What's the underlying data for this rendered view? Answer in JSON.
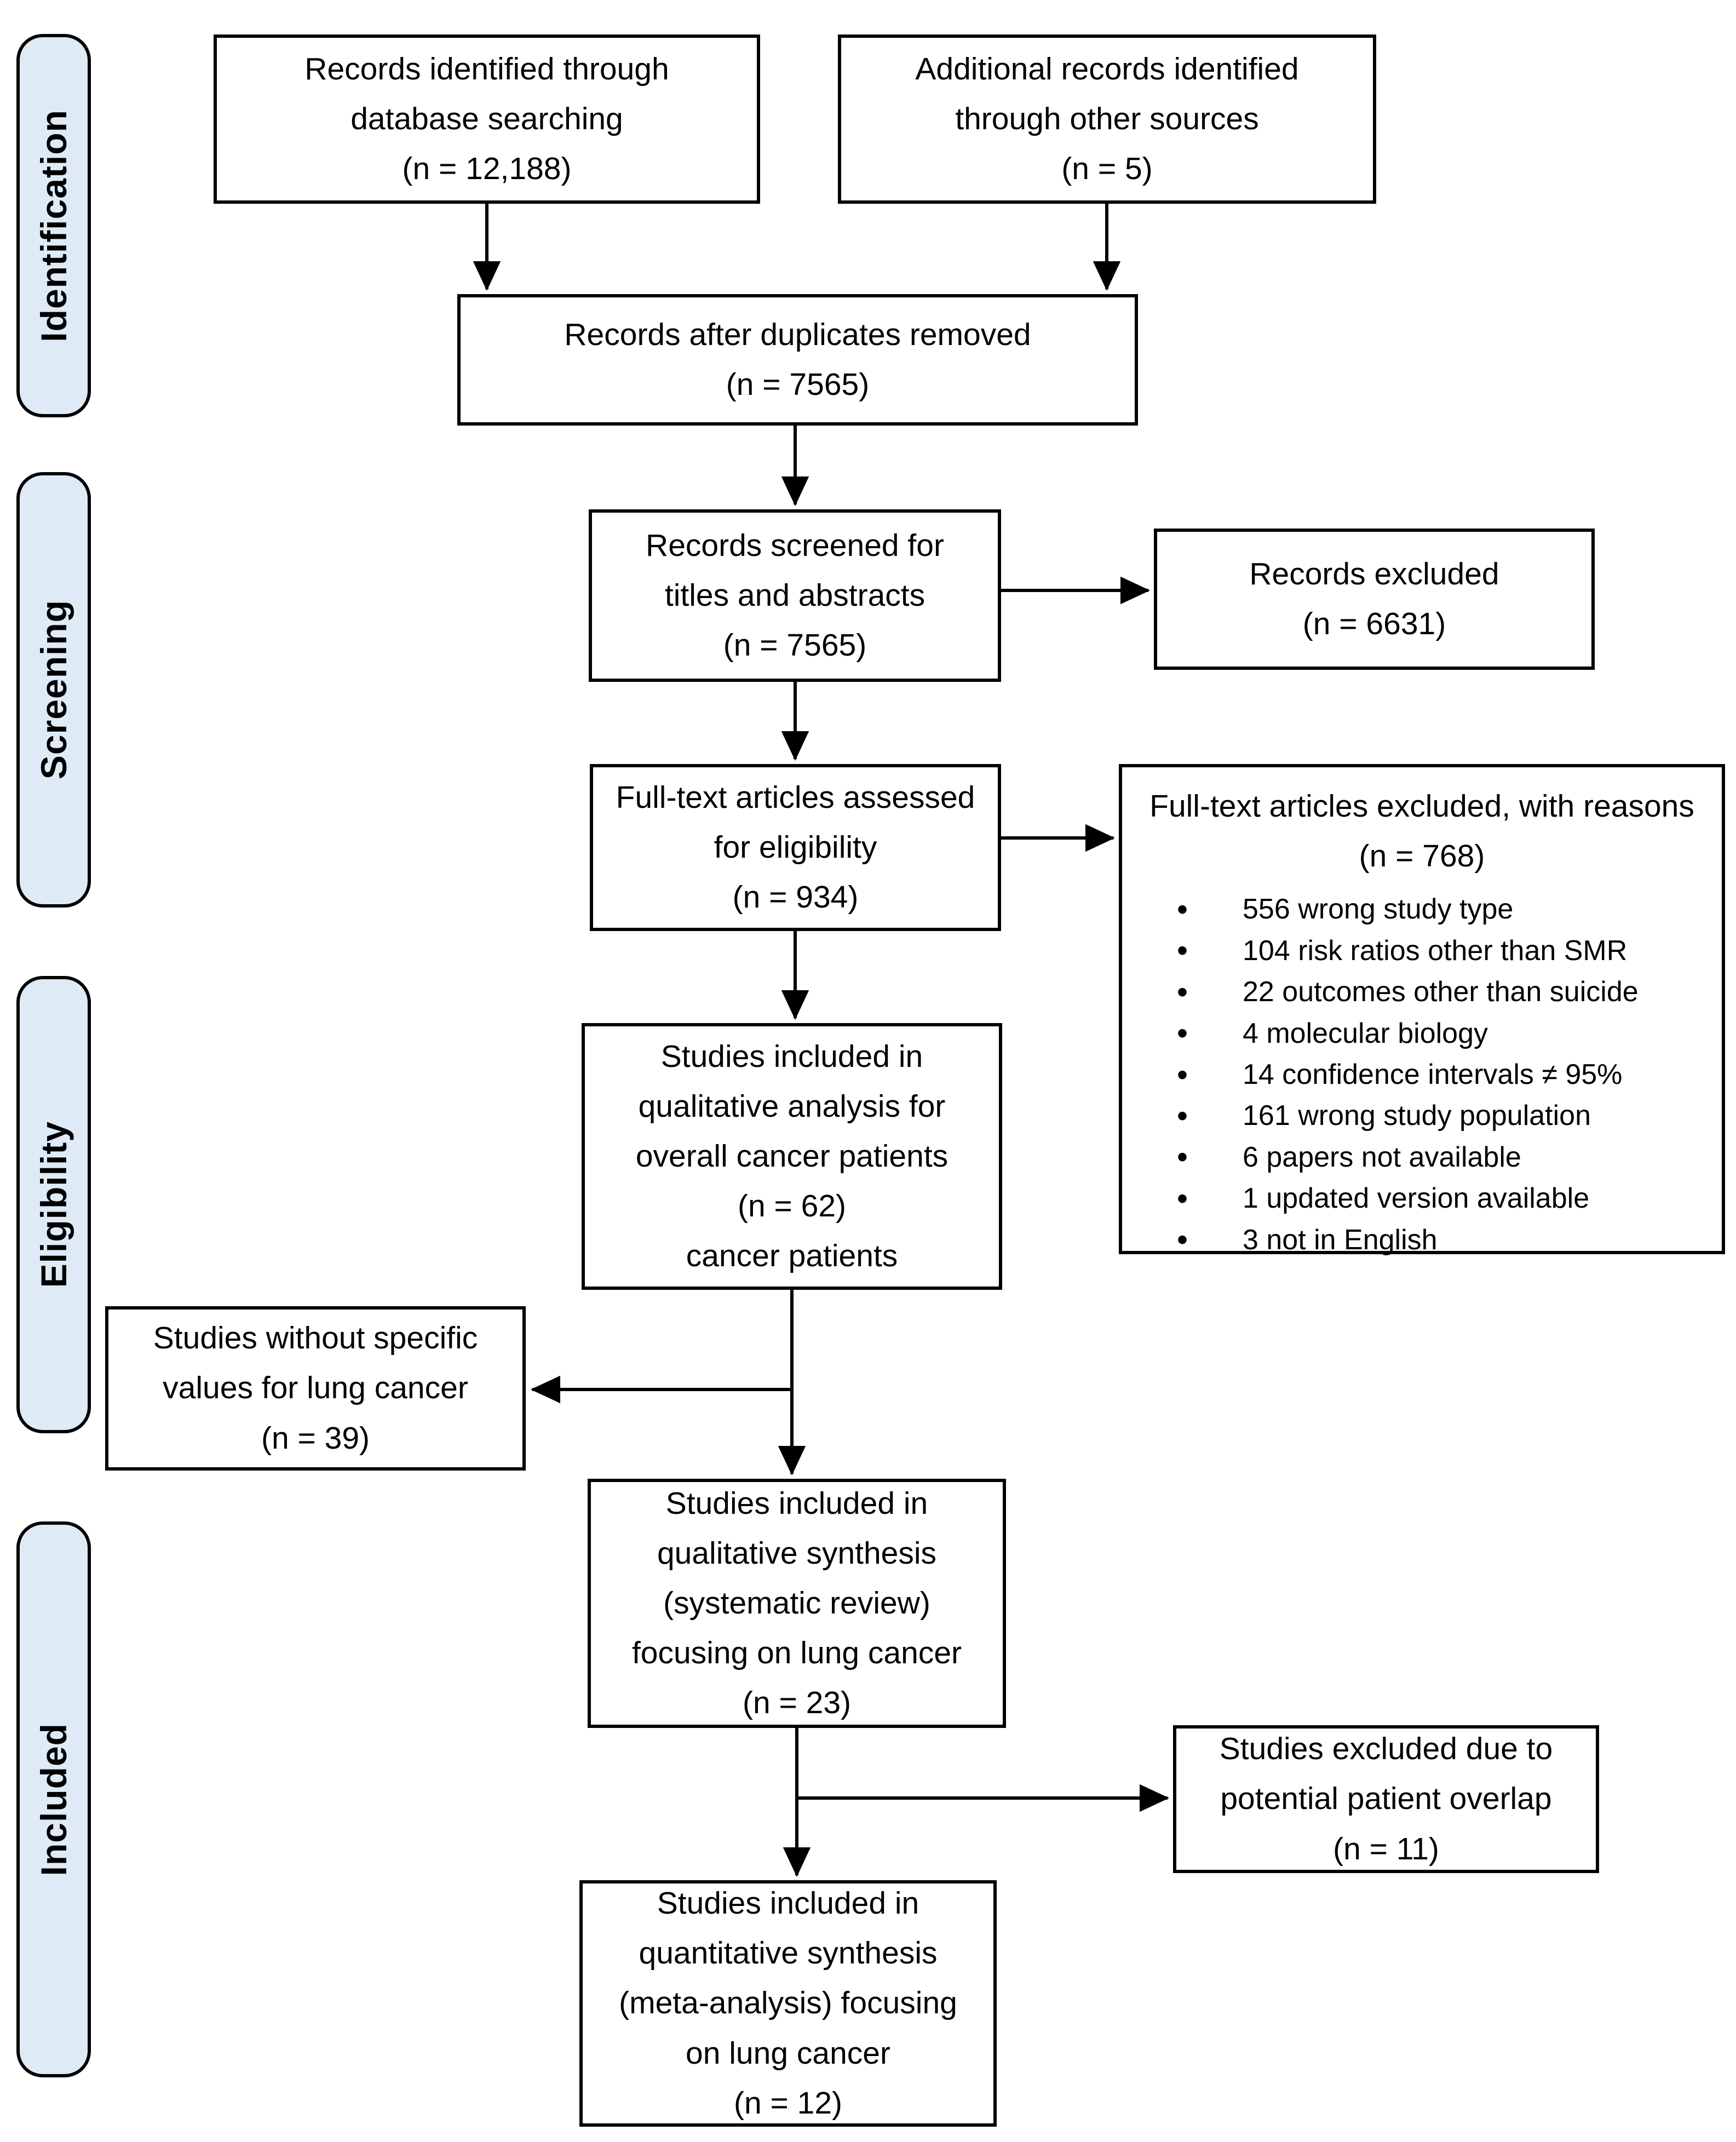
{
  "diagram_title": "PRISMA flow diagram",
  "colors": {
    "stage_fill": "#deebf7",
    "box_fill": "#ffffff",
    "border": "#000000",
    "arrow": "#000000"
  },
  "stages": [
    {
      "label": "Identification"
    },
    {
      "label": "Screening"
    },
    {
      "label": "Eligibility"
    },
    {
      "label": "Included"
    }
  ],
  "boxes": {
    "db_search": {
      "lines": [
        "Records identified through",
        "database searching",
        "(n = 12,188)"
      ]
    },
    "other_sources": {
      "lines": [
        "Additional records identified",
        "through other sources",
        "(n = 5)"
      ]
    },
    "duplicates_removed": {
      "lines": [
        "Records after duplicates removed",
        "(n = 7565)"
      ]
    },
    "screened": {
      "lines": [
        "Records screened for",
        "titles and abstracts",
        "(n = 7565)"
      ]
    },
    "records_excluded": {
      "lines": [
        "Records excluded",
        "(n = 6631)"
      ]
    },
    "fulltext_assessed": {
      "lines": [
        "Full-text articles assessed",
        "for eligibility",
        "(n = 934)"
      ]
    },
    "fulltext_excluded": {
      "title_lines": [
        "Full-text articles excluded, with reasons",
        "(n = 768)"
      ],
      "reasons": [
        "556 wrong study type",
        "104 risk ratios other than SMR",
        "22 outcomes other than suicide",
        "4 molecular biology",
        "14 confidence intervals ≠ 95%",
        "161 wrong study population",
        "6 papers not available",
        "1 updated version available",
        "3 not in English"
      ]
    },
    "qual_analysis": {
      "lines": [
        "Studies included in",
        "qualitative analysis for",
        "overall cancer patients",
        "(n = 62)",
        "cancer patients"
      ]
    },
    "no_lung_values": {
      "lines": [
        "Studies without specific",
        "values for lung cancer",
        "(n = 39)"
      ]
    },
    "qual_synthesis": {
      "lines": [
        "Studies included in",
        "qualitative synthesis",
        "(systematic review)",
        "focusing on lung cancer",
        "(n = 23)"
      ]
    },
    "overlap_excluded": {
      "lines": [
        "Studies excluded due to",
        "potential patient overlap",
        "(n = 11)"
      ]
    },
    "quant_synthesis": {
      "lines": [
        "Studies included in",
        "quantitative synthesis",
        "(meta-analysis) focusing",
        "on lung cancer",
        "(n = 12)"
      ]
    }
  }
}
